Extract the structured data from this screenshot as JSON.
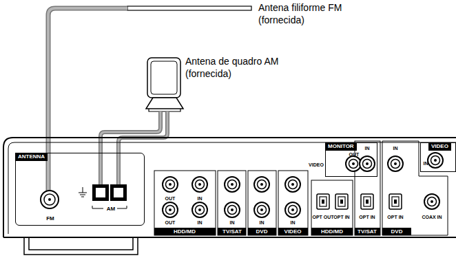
{
  "diagram": {
    "nodes": [
      {
        "text": [
          "ANTENNA",
          "FM",
          "AM"
        ]
      },
      {
        "text": [
          "MONITOR",
          "OUT"
        ]
      },
      {
        "text": [
          "VIDEO",
          "IN"
        ]
      }
    ],
    "labels": [
      "Antena filiforme FM (fornecida)",
      "Antena de quadro AM (fornecida)",
      "OUT",
      "IN",
      "OUT",
      "IN",
      "IN",
      "IN",
      "IN",
      "HDD/MD",
      "TV/SAT",
      "DVD",
      "VIDEO",
      "VIDEO",
      "IN",
      "IN",
      "OPT OUT",
      "OPT IN",
      "OPT IN",
      "OPT IN",
      "COAX IN",
      "HDD/MD",
      "TV/SAT",
      "DVD"
    ]
  }
}
